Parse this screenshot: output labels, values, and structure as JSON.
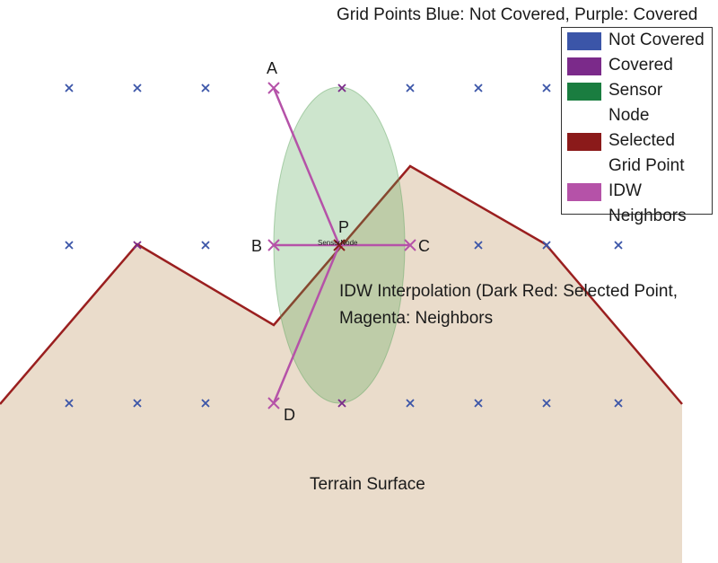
{
  "title": "Grid Points Blue: Not Covered, Purple: Covered",
  "colors": {
    "not_covered": "#3b55a8",
    "covered": "#7b2a8a",
    "sensor": "#1a7d40",
    "selected": "#8b1a1a",
    "idw": "#b552a8",
    "terrain_fill": "#eadccb",
    "terrain_edge": "#9a1f1f",
    "coverage_fill": "#a8d8a4"
  },
  "legend": [
    {
      "label": "Not Covered",
      "color": "#3b55a8"
    },
    {
      "label": "Covered",
      "color": "#7b2a8a"
    },
    {
      "label": "Sensor Node",
      "color": "#1a7d40"
    },
    {
      "label": "Selected Grid Point",
      "color": "#8b1a1a"
    },
    {
      "label": "IDW Neighbors",
      "color": "#b552a8"
    }
  ],
  "labels": {
    "point_a": "A",
    "point_b": "B",
    "point_c": "C",
    "point_d": "D",
    "point_p": "P",
    "sensor_node": "SensorNode",
    "idw_line1": "IDW Interpolation (Dark Red: Selected Point,",
    "idw_line2": "Magenta: Neighbors",
    "terrain": "Terrain Surface"
  }
}
